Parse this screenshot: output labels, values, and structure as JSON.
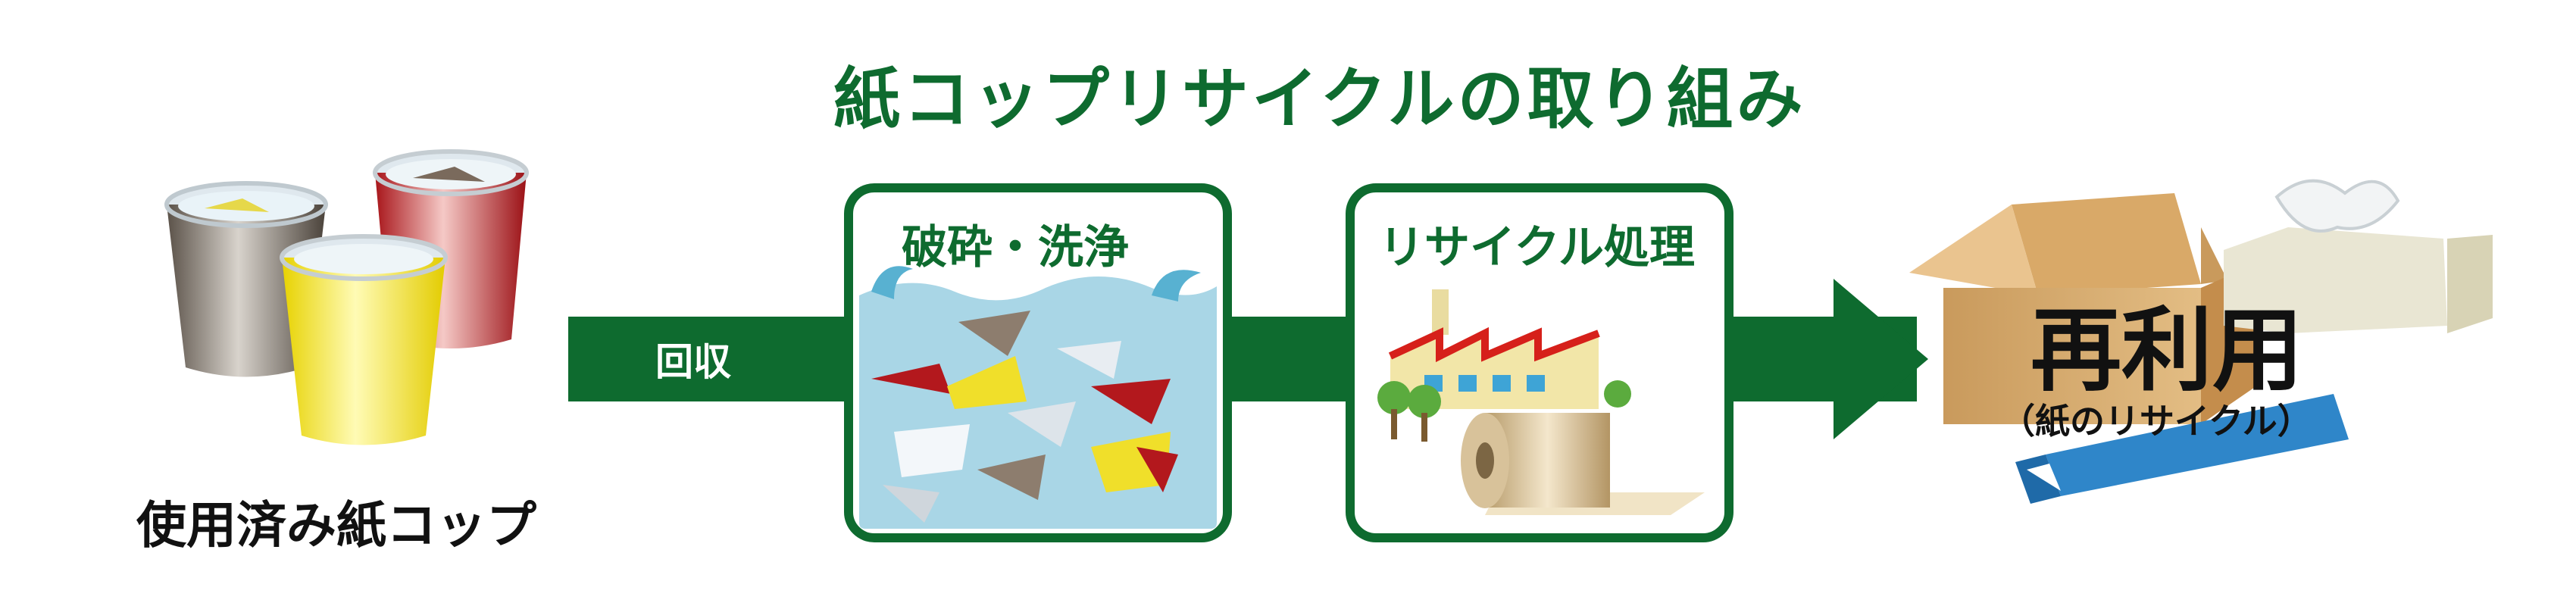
{
  "title": "紙コップリサイクルの取り組み",
  "cups": {
    "label": "使用済み紙コップ",
    "icon": "paper-cups-icon"
  },
  "flow": {
    "collect_label": "回収"
  },
  "wash": {
    "label": "破砕・洗浄",
    "icon": "shredded-paper-in-water-icon"
  },
  "recycle": {
    "label": "リサイクル処理",
    "icon": "factory-and-paper-roll-icon"
  },
  "reuse": {
    "label": "再利用",
    "sublabel": "（紙のリサイクル）",
    "icon": "recycled-paper-products-icon"
  },
  "colors": {
    "accent": "#0e6b2f",
    "water": "#a9d6e6"
  }
}
